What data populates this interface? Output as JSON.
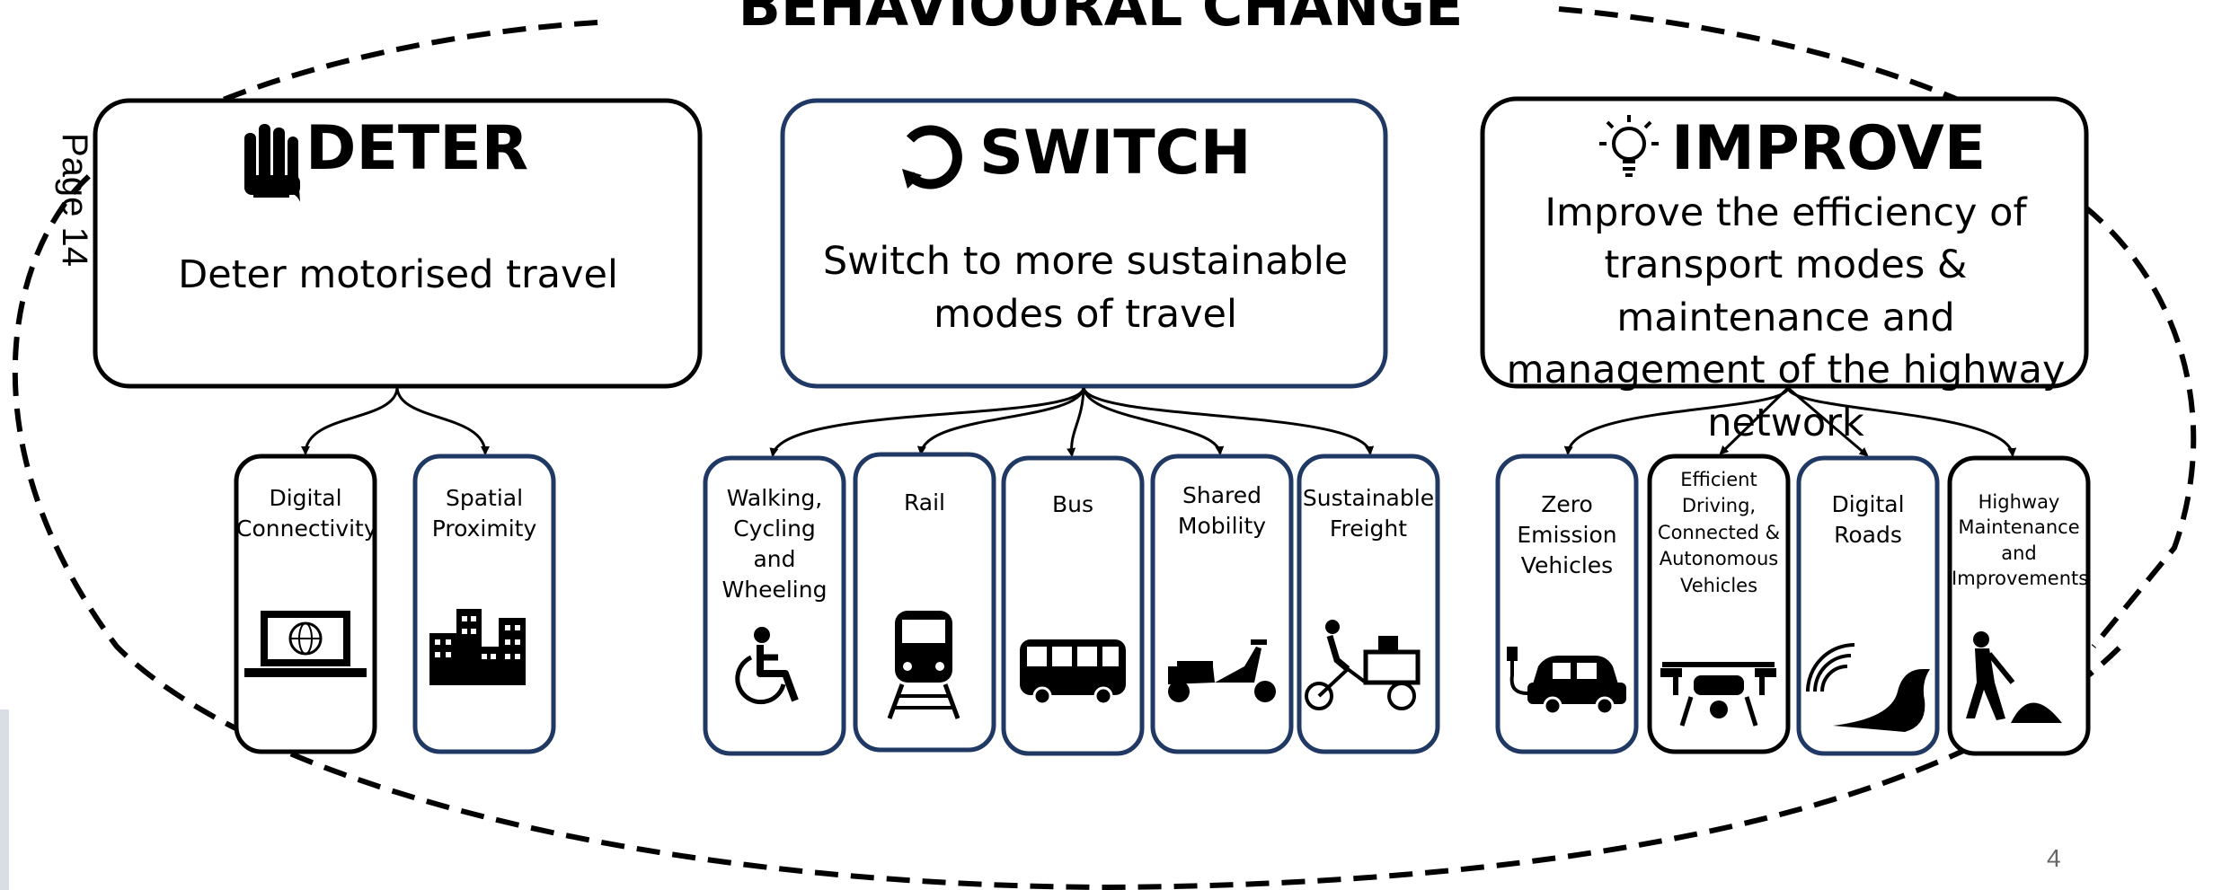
{
  "title": "BEHAVIOURAL CHANGE",
  "page_label": "Page 14",
  "slide_number": "4",
  "colors": {
    "navy_border": "#1f3864",
    "black": "#000000"
  },
  "categories": [
    {
      "key": "deter",
      "heading": "DETER",
      "icon": "hand-stop-icon",
      "description": "Deter motorised travel",
      "items": [
        {
          "label": "Digital Connectivity",
          "icon": "laptop-globe-icon"
        },
        {
          "label": "Spatial Proximity",
          "icon": "city-buildings-icon"
        }
      ]
    },
    {
      "key": "switch",
      "heading": "SWITCH",
      "icon": "circular-arrow-icon",
      "description": "Switch to more sustainable modes of travel",
      "items": [
        {
          "label": "Walking, Cycling and Wheeling",
          "icon": "wheelchair-icon"
        },
        {
          "label": "Rail",
          "icon": "train-icon"
        },
        {
          "label": "Bus",
          "icon": "bus-icon"
        },
        {
          "label": "Shared Mobility",
          "icon": "scooter-icon"
        },
        {
          "label": "Sustainable Freight",
          "icon": "cargo-bike-icon"
        }
      ]
    },
    {
      "key": "improve",
      "heading": "IMPROVE",
      "icon": "lightbulb-icon",
      "description": "Improve the efficiency of transport modes & maintenance and management of the highway network",
      "items": [
        {
          "label": "Zero Emission Vehicles",
          "icon": "electric-car-icon"
        },
        {
          "label": "Efficient Driving, Connected & Autonomous Vehicles",
          "icon": "drone-icon"
        },
        {
          "label": "Digital Roads",
          "icon": "wifi-road-icon"
        },
        {
          "label": "Highway Maintenance and Improvements",
          "icon": "road-worker-icon"
        }
      ]
    }
  ]
}
